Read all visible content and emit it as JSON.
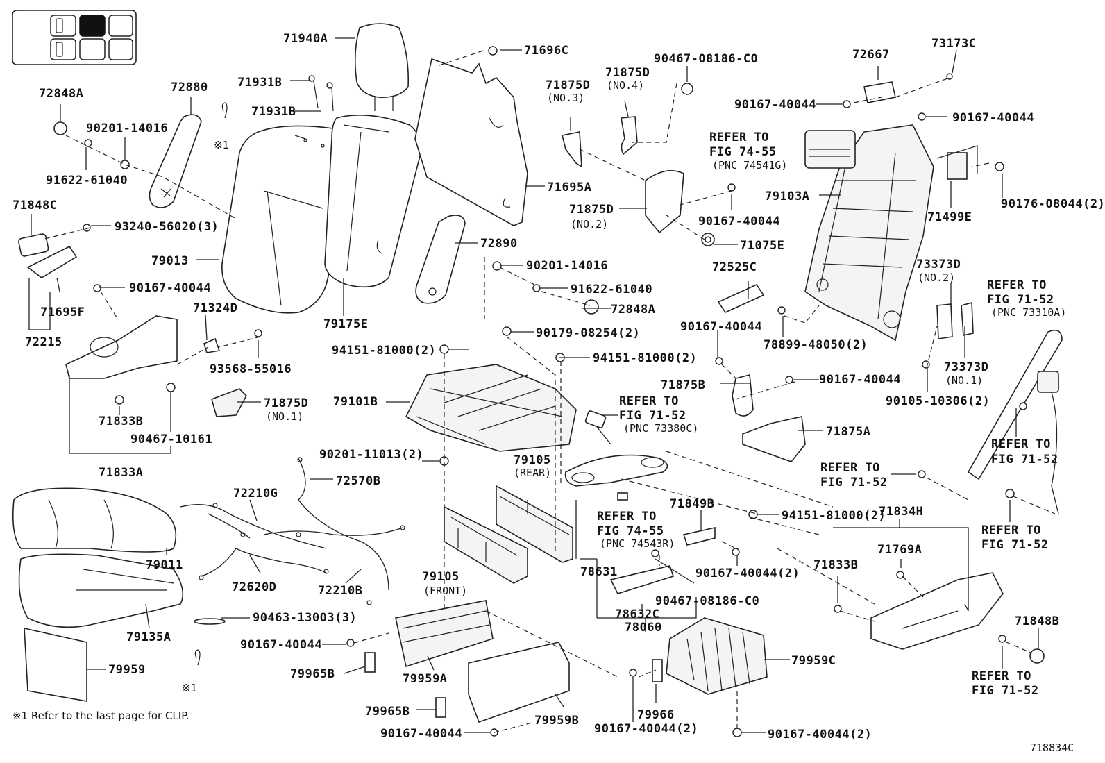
{
  "nav": {
    "cells": [
      {
        "state": "partial"
      },
      {
        "state": "selected"
      },
      {
        "state": "empty"
      },
      {
        "state": "partial"
      },
      {
        "state": "empty"
      },
      {
        "state": "empty"
      }
    ]
  },
  "labels": {
    "l71940A": "71940A",
    "l71696C": "71696C",
    "l90467_08186_C0_top": "90467-08186-C0",
    "l72667": "72667",
    "l73173C": "73173C",
    "l72848A_left": "72848A",
    "l72880": "72880",
    "l71931B_a": "71931B",
    "l71931B_b": "71931B",
    "l71875D_no3": "71875D",
    "l71875D_no3_sub": "(NO.3)",
    "l71875D_no4": "71875D",
    "l71875D_no4_sub": "(NO.4)",
    "l90167_40044_a": "90167-40044",
    "l90167_40044_b": "90167-40044",
    "l90201_14016_left": "90201-14016",
    "ref_74541G_1": "REFER TO",
    "ref_74541G_2": "FIG 74-55",
    "ref_74541G_3": "(PNC 74541G)",
    "l91622_61040_left": "91622-61040",
    "l71695A": "71695A",
    "l79103A": "79103A",
    "l71848C": "71848C",
    "l93240_56020": "93240-56020(3)",
    "l71875D_no2": "71875D",
    "l71875D_no2_sub": "(NO.2)",
    "l90167_40044_c": "90167-40044",
    "l90176_08044": "90176-08044(2)",
    "l71499E": "71499E",
    "l72890": "72890",
    "l71075E": "71075E",
    "l79013": "79013",
    "l90201_14016_mid": "90201-14016",
    "l72525C": "72525C",
    "l73373D_no2": "73373D",
    "l73373D_no2_sub": "(NO.2)",
    "ref_73310A_1": "REFER TO",
    "ref_73310A_2": "FIG 71-52",
    "ref_73310A_3": "(PNC 73310A)",
    "l90167_40044_d": "90167-40044",
    "l91622_61040_mid": "91622-61040",
    "l71695F": "71695F",
    "l71324D": "71324D",
    "l72848A_mid": "72848A",
    "l72215": "72215",
    "l79175E": "79175E",
    "l90167_40044_e": "90167-40044",
    "l90179_08254": "90179-08254(2)",
    "l78899_48050": "78899-48050(2)",
    "l94151_81000_a": "94151-81000(2)",
    "l94151_81000_b": "94151-81000(2)",
    "l93568_55016": "93568-55016",
    "l73373D_no1": "73373D",
    "l73373D_no1_sub": "(NO.1)",
    "l71875B": "71875B",
    "l90167_40044_f": "90167-40044",
    "l79101B": "79101B",
    "ref_73380C_1": "REFER TO",
    "ref_73380C_2": "FIG 71-52",
    "ref_73380C_3": "(PNC 73380C)",
    "l90105_10306": "90105-10306(2)",
    "l71875D_no1": "71875D",
    "l71875D_no1_sub": "(NO.1)",
    "l71833B_left": "71833B",
    "l90467_10161": "90467-10161",
    "l71875A": "71875A",
    "ref_7152_a_1": "REFER TO",
    "ref_7152_a_2": "FIG 71-52",
    "l90201_11013": "90201-11013(2)",
    "l71833A": "71833A",
    "l79105_rear": "79105",
    "l79105_rear_sub": "(REAR)",
    "l72210G": "72210G",
    "l72570B": "72570B",
    "ref_7152_b_1": "REFER TO",
    "ref_7152_b_2": "FIG 71-52",
    "l71849B": "71849B",
    "l94151_81000_c": "94151-81000(2)",
    "l71834H": "71834H",
    "ref_74543R_1": "REFER TO",
    "ref_74543R_2": "FIG 74-55",
    "ref_74543R_3": "(PNC 74543R)",
    "ref_7152_c_1": "REFER TO",
    "ref_7152_c_2": "FIG 71-52",
    "l71769A": "71769A",
    "l79011": "79011",
    "l78631": "78631",
    "l90167_40044_2_a": "90167-40044(2)",
    "l71833B_right": "71833B",
    "l72620D": "72620D",
    "l72210B": "72210B",
    "l79105_front": "79105",
    "l79105_front_sub": "(FRONT)",
    "l90467_08186_C0_mid": "90467-08186-C0",
    "l78632C": "78632C",
    "l90463_13003": "90463-13003(3)",
    "l79135A": "79135A",
    "l71848B": "71848B",
    "l90167_40044_g": "90167-40044",
    "l78060": "78060",
    "l79959": "79959",
    "l79965B_a": "79965B",
    "l79959A": "79959A",
    "l79959C": "79959C",
    "ref_7152_d_1": "REFER TO",
    "ref_7152_d_2": "FIG 71-52",
    "l79965B_b": "79965B",
    "l79959B": "79959B",
    "l79966": "79966",
    "l90167_40044_h": "90167-40044",
    "l90167_40044_2_b": "90167-40044(2)",
    "l90167_40044_2_c": "90167-40044(2)",
    "clip_mark_1": "※1",
    "clip_mark_2": "※1",
    "clip_note": "※1 Refer to the last page for CLIP.",
    "diagram_id": "718834C"
  }
}
